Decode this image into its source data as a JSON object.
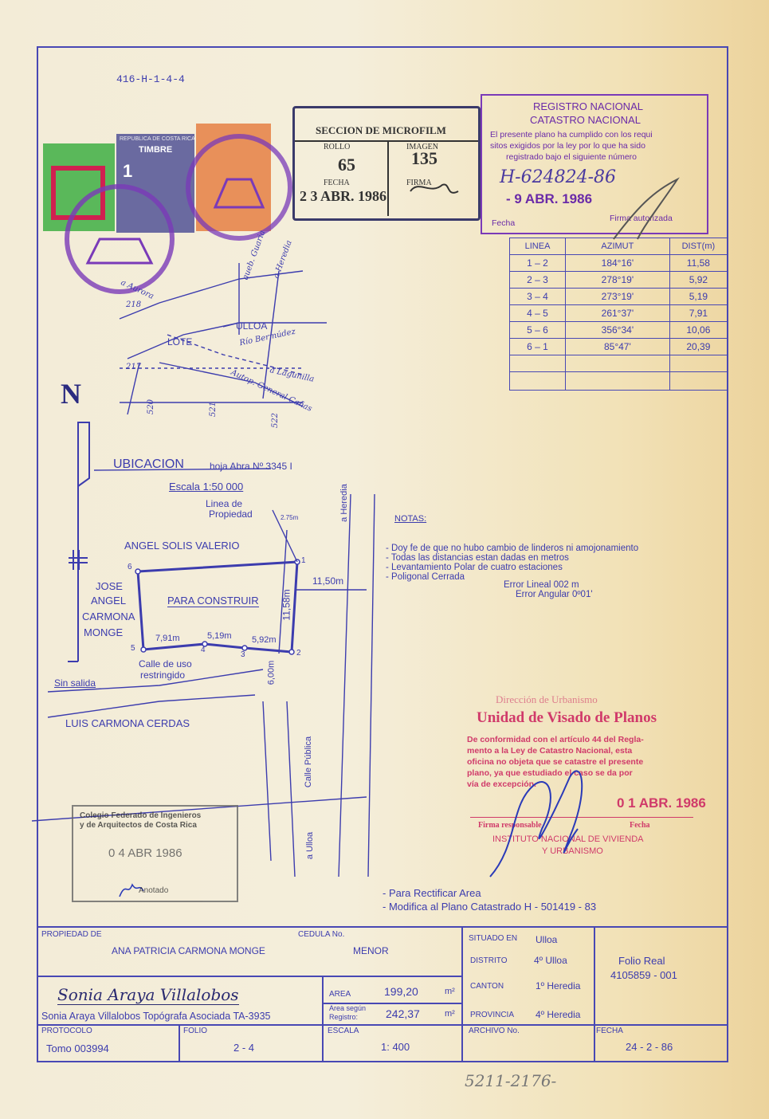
{
  "ref_code": "416-H-1-4-4",
  "microfilm": {
    "title": "SECCION DE MICROFILM",
    "rollo_label": "ROLLO",
    "rollo": "65",
    "imagen_label": "IMAGEN",
    "imagen": "135",
    "fecha_label": "FECHA",
    "fecha": "2 3 ABR. 1986",
    "firma_label": "FIRMA"
  },
  "registro": {
    "line1": "REGISTRO NACIONAL",
    "line2": "CATASTRO NACIONAL",
    "text1": "El presente plano ha cumplido con los requi",
    "text2": "sitos exigidos por la ley por lo que ha sido",
    "text3": "registrado bajo el siguiente número",
    "number": "H-624824-86",
    "date": "- 9 ABR. 1986",
    "fecha_label": "Fecha",
    "firma_label": "Firma autorizada"
  },
  "timbre": {
    "label": "TIMBRE",
    "country": "REPUBLICA DE COSTA RICA",
    "value": "1"
  },
  "azimut_table": {
    "headers": [
      "LINEA",
      "AZIMUT",
      "DIST(m)"
    ],
    "rows": [
      [
        "1 – 2",
        "184°16'",
        "11,58"
      ],
      [
        "2 – 3",
        "278°19'",
        "5,92"
      ],
      [
        "3 – 4",
        "273°19'",
        "5,19"
      ],
      [
        "4 – 5",
        "261°37'",
        "7,91"
      ],
      [
        "5 – 6",
        "356°34'",
        "10,06"
      ],
      [
        "6 – 1",
        "85°47'",
        "20,39"
      ],
      [
        "",
        "",
        ""
      ],
      [
        "",
        "",
        ""
      ]
    ]
  },
  "location_map": {
    "labels": {
      "lote": "LOTE",
      "ulloa": "ULLOA",
      "rio": "Río Bermúdez",
      "laguna": "a Lagunilla",
      "auto": "Autop. General Cañas",
      "quebrada": "queb. Guaria",
      "heredia": "a Heredia",
      "aurora": "a Aurora",
      "n218": "218",
      "n217": "217",
      "n520": "520",
      "n521": "521",
      "n522": "522"
    },
    "north": "N",
    "ubicacion": "UBICACION",
    "hoja": "hoja Abra Nº 3345 I",
    "escala": "Escala 1:50 000"
  },
  "plan": {
    "linea_prop": "Linea de",
    "linea_prop2": "Propiedad",
    "dist275": "2.75m",
    "heredia": "a Heredia",
    "north_owner": "ANGEL SOLIS VALERIO",
    "west_owner_1": "JOSE",
    "west_owner_2": "ANGEL",
    "west_owner_3": "CARMONA",
    "west_owner_4": "MONGE",
    "para_construir": "PARA CONSTRUIR",
    "d1150": "11,50m",
    "d1158": "11,58m",
    "d791": "7,91m",
    "d519": "5,19m",
    "d592": "5,92m",
    "d600": "6,00m",
    "calle1": "Calle de uso",
    "calle2": "restringido",
    "sin_salida": "Sin salida",
    "south_owner": "LUIS CARMONA CERDAS",
    "calle_publica": "Calle Pública",
    "ulloa": "a Ulloa",
    "p1": "1",
    "p2": "2",
    "p3": "3",
    "p4": "4",
    "p5": "5",
    "p6": "6"
  },
  "notas": {
    "title": "NOTAS:",
    "items": [
      "- Doy fe de que no hubo cambio de linderos ni amojonamiento",
      "- Todas las distancias estan dadas en metros",
      "- Levantamiento Polar de cuatro estaciones",
      "- Poligonal Cerrada"
    ],
    "error_lineal": "Error Lineal   002  m",
    "error_angular": "Error Angular   0º01'"
  },
  "visado": {
    "top": "Dirección de Urbanismo",
    "title": "Unidad de Visado de Planos",
    "text": [
      "De conformidad con el artículo 44 del Regla-",
      "mento a la Ley de Catastro Nacional, esta",
      "oficina no objeta que se catastre el presente",
      "plano, ya que estudiado el caso se da por",
      "vía de excepción."
    ],
    "date": "0 1  ABR. 1986",
    "firma": "Firma responsable",
    "fecha": "Fecha",
    "inst1": "INSTITUTO NACIONAL DE VIVIENDA",
    "inst2": "Y URBANISMO"
  },
  "colegio": {
    "line1": "Colegio Federado de Ingenieros",
    "line2": "y de Arquitectos de Costa Rica",
    "date": "0 4 ABR 1986",
    "anotado": "Anotado"
  },
  "rectificar": [
    "- Para Rectificar Area",
    "- Modifica al Plano Catastrado    H - 501419 - 83"
  ],
  "title_block": {
    "propiedad_label": "PROPIEDAD DE",
    "cedula_label": "CEDULA No.",
    "propietario": "ANA PATRICIA CARMONA MONGE",
    "cedula": "MENOR",
    "situado_label": "SITUADO EN",
    "situado": "Ulloa",
    "distrito_label": "DISTRITO",
    "distrito": "4º Ulloa",
    "canton_label": "CANTON",
    "canton": "1º Heredia",
    "provincia_label": "PROVINCIA",
    "provincia": "4º Heredia",
    "folio_real": "Folio   Real",
    "folio_num": "4105859 - 001",
    "firma": "Sonia Araya Villalobos",
    "topografo": "Sonia Araya Villalobos   Topógrafa Asociada TA-3935",
    "area_label": "AREA",
    "area": "199,20",
    "area_unit": "m²",
    "area_reg_label1": "Area según",
    "area_reg_label2": "Registro:",
    "area_reg": "242,37",
    "area_reg_unit": "m²",
    "protocolo_label": "PROTOCOLO",
    "tomo": "Tomo     003994",
    "folio_label": "FOLIO",
    "folio": "2 - 4",
    "escala_label": "ESCALA",
    "escala": "1: 400",
    "archivo_label": "ARCHIVO No.",
    "fecha_label": "FECHA",
    "fecha": "24 - 2 - 86"
  },
  "bottom_note": "5211-2176-"
}
